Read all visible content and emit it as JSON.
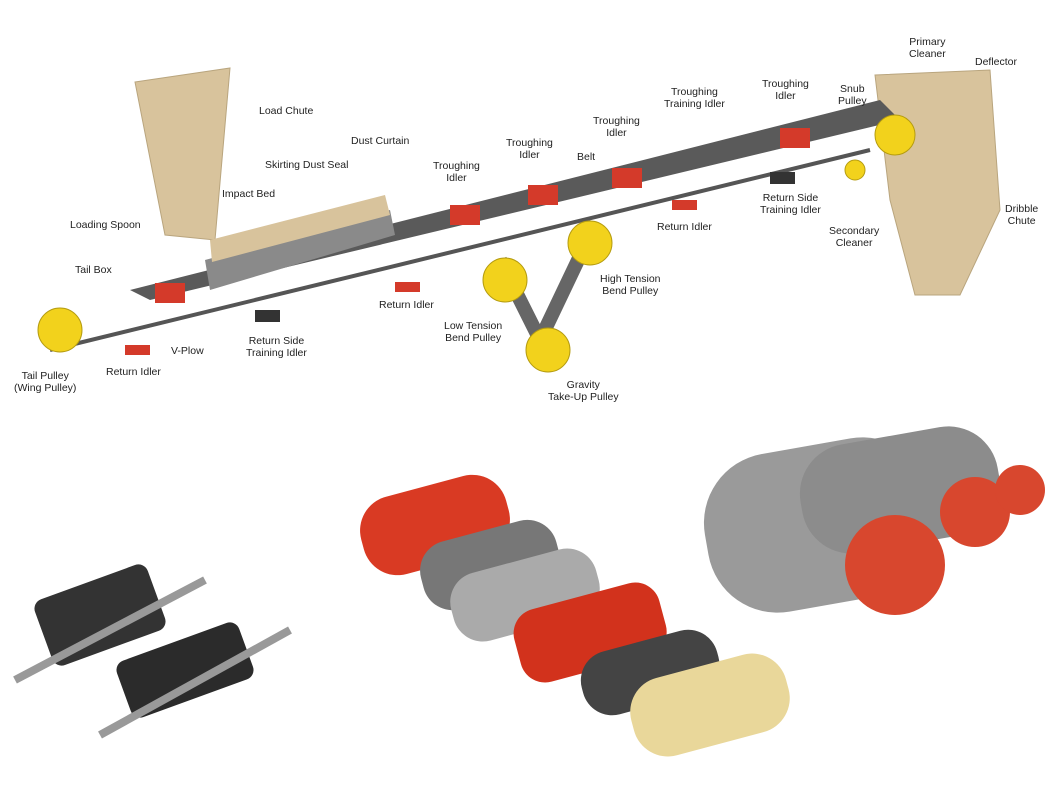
{
  "labels": {
    "load_chute": "Load Chute",
    "dust_curtain": "Dust Curtain",
    "skirting_dust_seal": "Skirting Dust Seal",
    "impact_bed": "Impact Bed",
    "loading_spoon": "Loading Spoon",
    "tail_box": "Tail Box",
    "tail_pulley": [
      "Tail Pulley",
      "(Wing Pulley)"
    ],
    "return_idler_1": "Return Idler",
    "v_plow": "V-Plow",
    "return_side_training_idler_1": [
      "Return Side",
      "Training Idler"
    ],
    "return_idler_2": "Return Idler",
    "troughing_idler_1": [
      "Troughing",
      "Idler"
    ],
    "troughing_idler_2": [
      "Troughing",
      "Idler"
    ],
    "belt": "Belt",
    "troughing_idler_3": [
      "Troughing",
      "Idler"
    ],
    "troughing_training_idler": [
      "Troughing",
      "Training Idler"
    ],
    "troughing_idler_4": [
      "Troughing",
      "Idler"
    ],
    "snub_pulley": [
      "Snub",
      "Pulley"
    ],
    "primary_cleaner": [
      "Primary",
      "Cleaner"
    ],
    "deflector": "Deflector",
    "return_side_training_idler_2": [
      "Return Side",
      "Training Idler"
    ],
    "return_idler_3": "Return Idler",
    "secondary_cleaner": [
      "Secondary",
      "Cleaner"
    ],
    "dribble_chute": [
      "Dribble",
      "Chute"
    ],
    "high_tension_bend_pulley": [
      "High Tension",
      "Bend Pulley"
    ],
    "low_tension_bend_pulley": [
      "Low Tension",
      "Bend Pulley"
    ],
    "gravity_take_up_pulley": [
      "Gravity",
      "Take-Up Pulley"
    ]
  },
  "colors": {
    "chute": "#d8c39c",
    "idler": "#d43a2a",
    "pulley": "#f2d21c",
    "belt": "#555555"
  }
}
